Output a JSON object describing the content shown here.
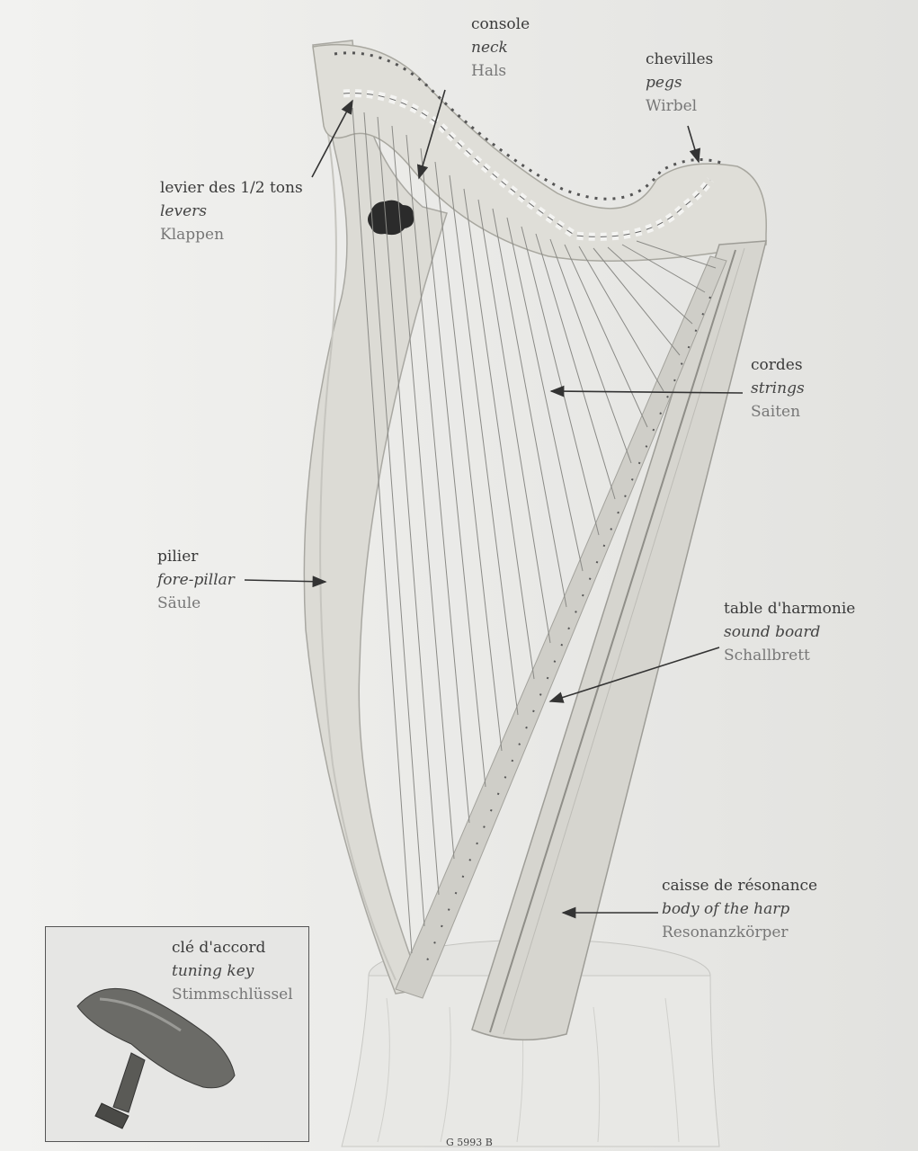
{
  "labels": {
    "console": {
      "fr": "console",
      "en": "neck",
      "de": "Hals"
    },
    "chevilles": {
      "fr": "chevilles",
      "en": "pegs",
      "de": "Wirbel"
    },
    "levier": {
      "fr": "levier des 1/2 tons",
      "en": "levers",
      "de": "Klappen"
    },
    "cordes": {
      "fr": "cordes",
      "en": "strings",
      "de": "Saiten"
    },
    "pilier": {
      "fr": "pilier",
      "en": "fore-pillar",
      "de": "Säule"
    },
    "table": {
      "fr": "table d'harmonie",
      "en": "sound board",
      "de": "Schallbrett"
    },
    "caisse": {
      "fr": "caisse de résonance",
      "en": "body of the harp",
      "de": "Resonanzkörper"
    },
    "cle": {
      "fr": "clé d'accord",
      "en": "tuning key",
      "de": "Stimmschlüssel"
    }
  },
  "footer": "G 5993 B",
  "colors": {
    "background": "#f0f0ee",
    "wood": "#d9d8d2",
    "text": "#3a3a3a"
  },
  "icons": [
    "harp-illustration",
    "tuning-key-illustration",
    "arrow"
  ]
}
